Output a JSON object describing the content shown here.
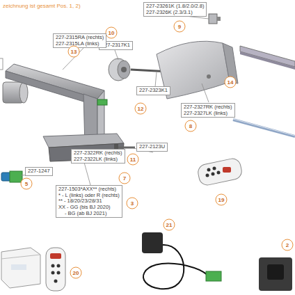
{
  "diagram": {
    "nodes": [
      {
        "text": [
          "227-23261K (1.8/2.0/2.8)",
          "227-2326K (2.3/3.1)"
        ]
      },
      {
        "text": [
          "9"
        ]
      },
      {
        "text": [
          "10"
        ]
      },
      {
        "text": [
          "227-2317K1"
        ]
      },
      {
        "text": [
          "227-2315RA (rechts)",
          "227-2315LA (links)"
        ]
      },
      {
        "text": [
          "13"
        ]
      },
      {
        "text": [
          "14"
        ]
      },
      {
        "text": [
          "227-2323K1"
        ]
      },
      {
        "text": [
          "227-2327RK (rechts)",
          "227-2327LK (links)"
        ]
      },
      {
        "text": [
          "12"
        ]
      },
      {
        "text": [
          "8"
        ]
      },
      {
        "text": [
          "227-2123U"
        ]
      },
      {
        "text": [
          "227-2322RK (rechts)",
          "227-2322LK (links)"
        ]
      },
      {
        "text": [
          "11"
        ]
      },
      {
        "text": [
          "227-1247"
        ]
      },
      {
        "text": [
          "19"
        ]
      },
      {
        "text": [
          "7"
        ]
      },
      {
        "text": [
          "5"
        ]
      },
      {
        "text": [
          "227-1503*AXX** (rechts)",
          "* - L (links) oder R (rechts)",
          "** - 18/20/23/28/31",
          "XX - GG (bis BJ 2020)",
          "- BG (ab BJ 2021)"
        ]
      },
      {
        "text": [
          "3"
        ]
      },
      {
        "text": [
          "21"
        ]
      },
      {
        "text": [
          "2"
        ]
      },
      {
        "text": [
          "20"
        ]
      }
    ],
    "labels": [
      "zeichnung ist gesamt Pos. 1, 2)"
    ]
  }
}
